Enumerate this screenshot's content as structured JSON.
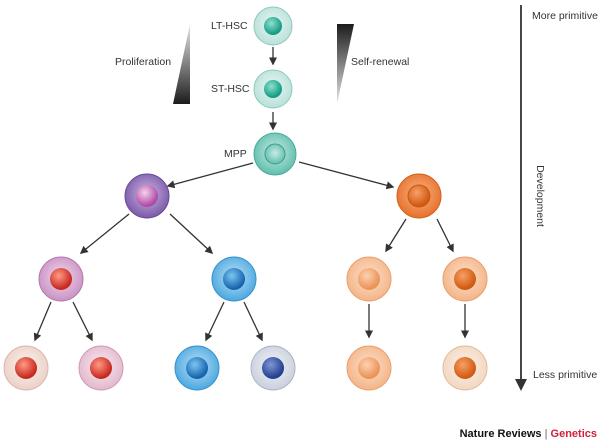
{
  "labels": {
    "lt_hsc": "LT-HSC",
    "st_hsc": "ST-HSC",
    "mpp": "MPP",
    "proliferation": "Proliferation",
    "self_renewal": "Self-renewal",
    "more_primitive": "More primitive",
    "development": "Development",
    "less_primitive": "Less primitive"
  },
  "footer": {
    "journal": "Nature Reviews",
    "separator": "|",
    "section": "Genetics",
    "section_color": "#d0203a"
  },
  "colors": {
    "teal": "#2bb39a",
    "purple": "#a96fb3",
    "red": "#e0413a",
    "blue": "#2f8fd0",
    "dark_blue": "#2f5aa8",
    "orange": "#ef7d2f",
    "peach": "#f0a06a",
    "gradient_dark": "#1c1c1c",
    "arrow": "#333333"
  }
}
